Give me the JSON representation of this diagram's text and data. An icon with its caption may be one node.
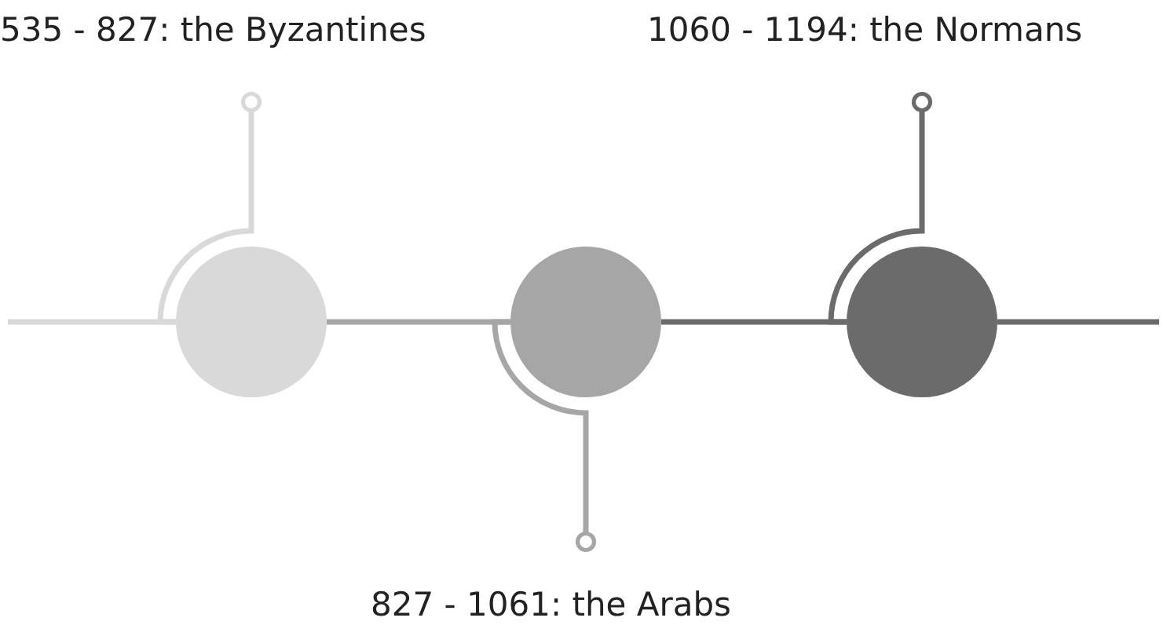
{
  "diagram": {
    "nodes": [
      {
        "text": [
          "535 - 827: the Byzantines"
        ]
      },
      {
        "text": [
          "1060 - 1194: the Normans"
        ]
      },
      {
        "text": [],
        "shape": "circle"
      },
      {
        "text": [],
        "shape": "circle"
      },
      {
        "text": [],
        "shape": "circle"
      },
      {
        "text": [
          "827 - 1061: the Arabs"
        ]
      }
    ],
    "edges": [
      {
        "from": null,
        "to": 2,
        "arrow": "none",
        "color": "#d9d9d9"
      },
      {
        "from": 2,
        "to": 3,
        "arrow": "none",
        "color": "#a6a6a6"
      },
      {
        "from": 3,
        "to": 4,
        "arrow": "none",
        "color": "#6b6b6b"
      },
      {
        "from": 4,
        "to": null,
        "arrow": "none",
        "color": "#6b6b6b"
      },
      {
        "from": 0,
        "to": 2,
        "arrow": "other",
        "color": "#d9d9d9"
      },
      {
        "from": 5,
        "to": 3,
        "arrow": "other",
        "color": "#a6a6a6"
      },
      {
        "from": 1,
        "to": 4,
        "arrow": "other",
        "color": "#6b6b6b"
      }
    ]
  }
}
